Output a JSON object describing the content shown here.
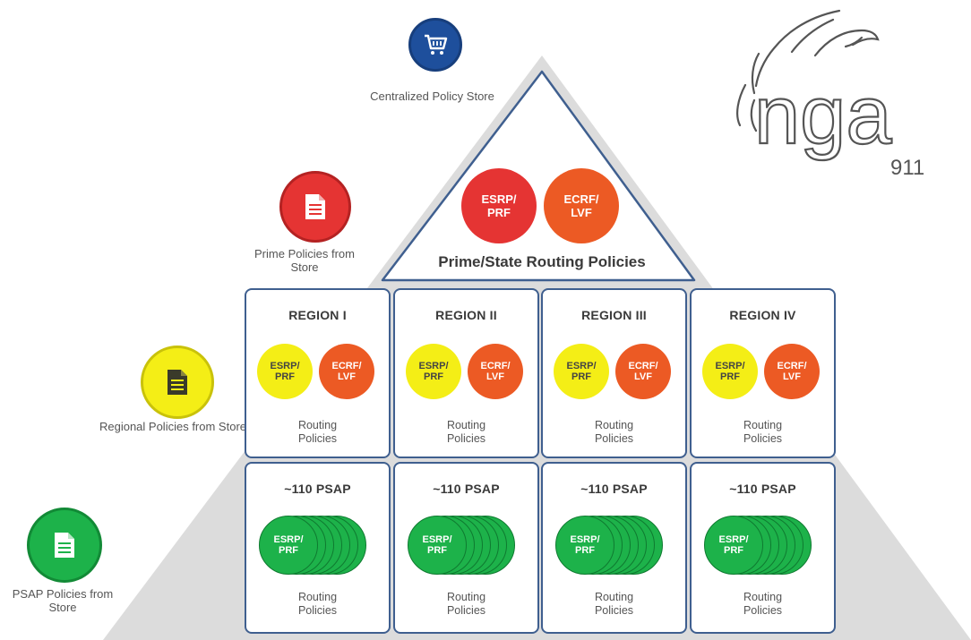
{
  "colors": {
    "pyramid": "#dcdcdc",
    "box_border": "#3f5f8f",
    "store_blue": "#1e4f9c",
    "prime_red": "#e53433",
    "regional_yellow": "#f4ee16",
    "psap_green": "#1db24a",
    "ecrf_orange": "#ec5a24"
  },
  "sources": {
    "centralized": {
      "label": "Centralized Policy Store",
      "icon": "shopping-cart-icon"
    },
    "prime": {
      "label": "Prime Policies from Store",
      "icon": "document-icon"
    },
    "regional": {
      "label": "Regional Policies from Store",
      "icon": "document-icon"
    },
    "psap": {
      "label": "PSAP Policies from Store",
      "icon": "document-icon"
    }
  },
  "apex": {
    "title": "Prime/State Routing Policies",
    "esrp": {
      "line1": "ESRP/",
      "line2": "PRF"
    },
    "ecrf": {
      "line1": "ECRF/",
      "line2": "LVF"
    }
  },
  "regions": [
    {
      "title": "REGION I",
      "esrp": {
        "line1": "ESRP/",
        "line2": "PRF"
      },
      "ecrf": {
        "line1": "ECRF/",
        "line2": "LVF"
      },
      "caption1": "Routing",
      "caption2": "Policies"
    },
    {
      "title": "REGION II",
      "esrp": {
        "line1": "ESRP/",
        "line2": "PRF"
      },
      "ecrf": {
        "line1": "ECRF/",
        "line2": "LVF"
      },
      "caption1": "Routing",
      "caption2": "Policies"
    },
    {
      "title": "REGION III",
      "esrp": {
        "line1": "ESRP/",
        "line2": "PRF"
      },
      "ecrf": {
        "line1": "ECRF/",
        "line2": "LVF"
      },
      "caption1": "Routing",
      "caption2": "Policies"
    },
    {
      "title": "REGION IV",
      "esrp": {
        "line1": "ESRP/",
        "line2": "PRF"
      },
      "ecrf": {
        "line1": "ECRF/",
        "line2": "LVF"
      },
      "caption1": "Routing",
      "caption2": "Policies"
    }
  ],
  "psaps": [
    {
      "title": "~110 PSAP",
      "esrp": {
        "line1": "ESRP/",
        "line2": "PRF"
      },
      "caption1": "Routing",
      "caption2": "Policies"
    },
    {
      "title": "~110 PSAP",
      "esrp": {
        "line1": "ESRP/",
        "line2": "PRF"
      },
      "caption1": "Routing",
      "caption2": "Policies"
    },
    {
      "title": "~110 PSAP",
      "esrp": {
        "line1": "ESRP/",
        "line2": "PRF"
      },
      "caption1": "Routing",
      "caption2": "Policies"
    },
    {
      "title": "~110 PSAP",
      "esrp": {
        "line1": "ESRP/",
        "line2": "PRF"
      },
      "caption1": "Routing",
      "caption2": "Policies"
    }
  ],
  "logo": {
    "text": "nga",
    "number": "911"
  }
}
